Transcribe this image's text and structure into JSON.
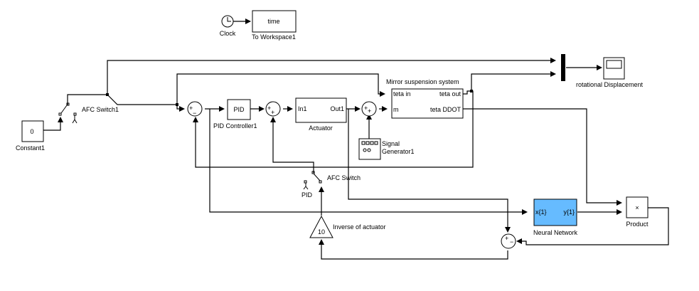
{
  "diagram": {
    "type": "simulink-block-diagram",
    "background_color": "#ffffff",
    "blocks": {
      "clock": {
        "label": "Clock",
        "icon": "clock-icon"
      },
      "to_workspace": {
        "label": "To Workspace1",
        "variable": "time"
      },
      "constant": {
        "label": "Constant1",
        "value": "0"
      },
      "afc_switch1": {
        "label": "AFC Switch1"
      },
      "sum1": {
        "signs": [
          "+",
          "−"
        ]
      },
      "pid": {
        "label": "PID Controller1",
        "text": "PID"
      },
      "sum2": {
        "signs": [
          "+",
          "+"
        ]
      },
      "actuator": {
        "label": "Actuator",
        "in_port": "In1",
        "out_port": "Out1"
      },
      "sum3": {
        "signs": [
          "+",
          "+"
        ]
      },
      "signal_generator": {
        "label_line1": "Signal",
        "label_line2": "Generator1",
        "icon": "signal-generator-icon"
      },
      "mirror": {
        "label": "Mirror suspension system",
        "in_ports": [
          "teta in",
          "m"
        ],
        "out_ports": [
          "teta out",
          "teta DDOT"
        ]
      },
      "mux": {
        "icon": "mux-bar"
      },
      "scope": {
        "label": "rotational Displacement",
        "icon": "scope-icon"
      },
      "afc_switch": {
        "label": "AFC Switch",
        "position_label": "PID"
      },
      "gain": {
        "label": "Inverse of actuator",
        "value": "10"
      },
      "neural_network": {
        "label": "Neural Network",
        "in_port": "x{1}",
        "out_port": "y{1}",
        "fill_color": "#66bbff"
      },
      "product": {
        "label": "Product",
        "symbol": "×"
      },
      "sum4": {
        "signs": [
          "+",
          "−"
        ]
      }
    }
  }
}
